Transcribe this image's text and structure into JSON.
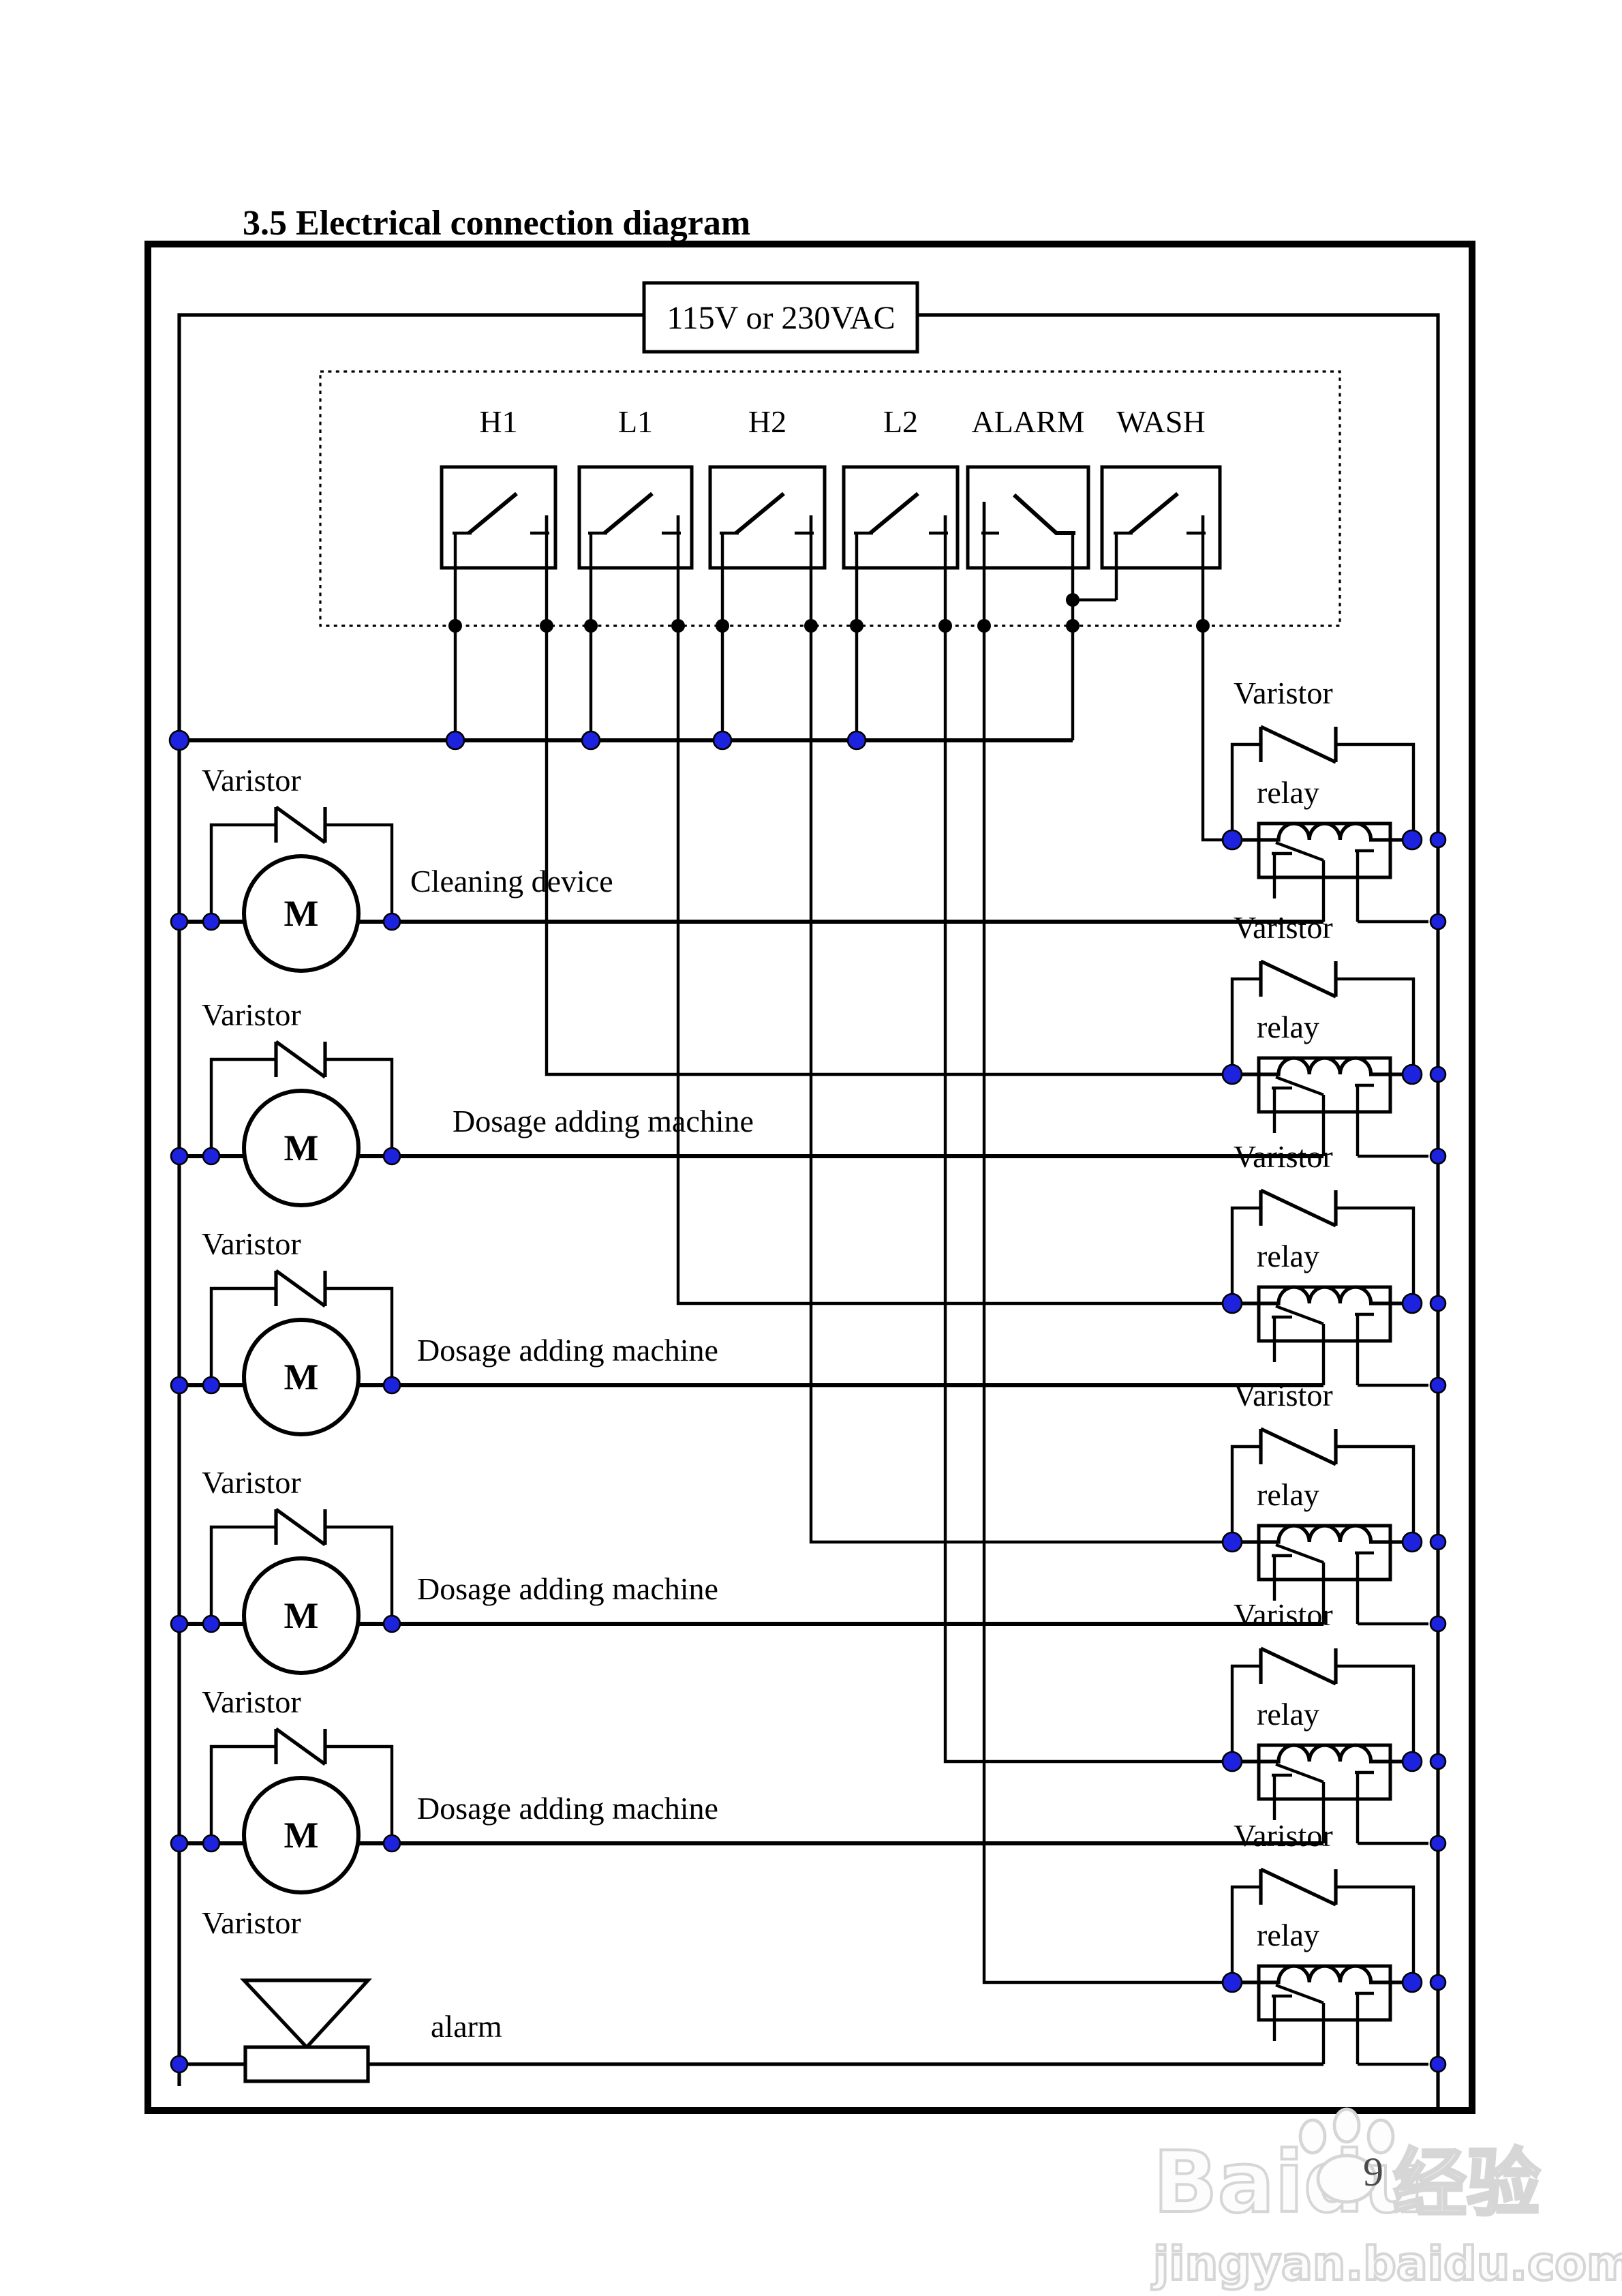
{
  "page": {
    "title": "3.5 Electrical connection diagram",
    "number": "9"
  },
  "power_source": {
    "label": "115V or 230VAC"
  },
  "controller": {
    "switch_labels": [
      "H1",
      "L1",
      "H2",
      "L2",
      "ALARM",
      "WASH"
    ]
  },
  "relays": [
    {
      "varistor": "Varistor",
      "coil": "relay"
    },
    {
      "varistor": "Varistor",
      "coil": "relay"
    },
    {
      "varistor": "Varistor",
      "coil": "relay"
    },
    {
      "varistor": "Varistor",
      "coil": "relay"
    },
    {
      "varistor": "Varistor",
      "coil": "relay"
    },
    {
      "varistor": "Varistor",
      "coil": "relay"
    }
  ],
  "loads": [
    {
      "varistor": "Varistor",
      "motor": "M",
      "device": "Cleaning device"
    },
    {
      "varistor": "Varistor",
      "motor": "M",
      "device": "Dosage adding machine"
    },
    {
      "varistor": "Varistor",
      "motor": "M",
      "device": "Dosage adding machine"
    },
    {
      "varistor": "Varistor",
      "motor": "M",
      "device": "Dosage adding machine"
    },
    {
      "varistor": "Varistor",
      "motor": "M",
      "device": "Dosage adding machine"
    },
    {
      "varistor": "Varistor",
      "device": "alarm"
    }
  ],
  "watermark": {
    "brand_latin": "Baidu",
    "brand_cn": "经验",
    "site": "jingyan.baidu.com"
  },
  "colors": {
    "wire": "#000000",
    "node_blue": "#1c22dd",
    "watermark_gray": "#d6d6d6",
    "page_number_gray": "#4a4a4a"
  }
}
